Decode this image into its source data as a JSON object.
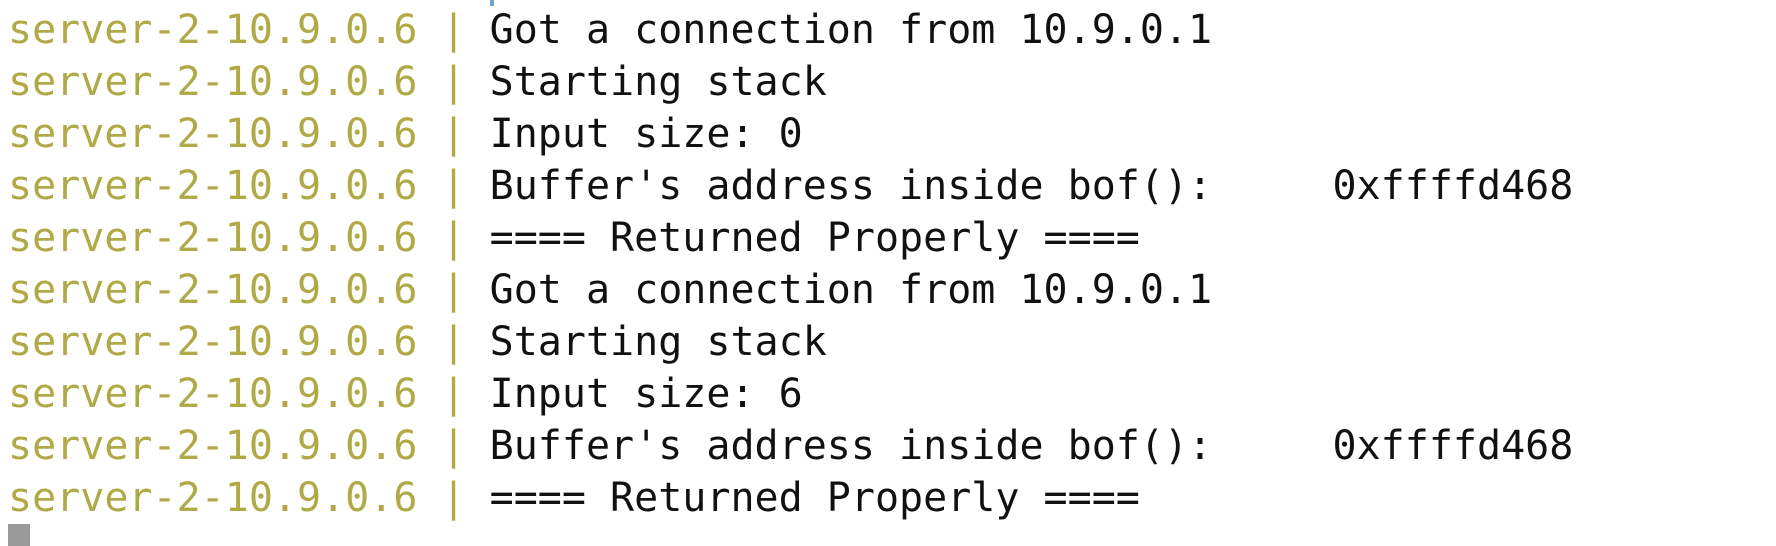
{
  "terminal": {
    "colors": {
      "background": "#ffffff",
      "prefix": "#afaa46",
      "text": "#111111",
      "cursor": "#9a9a9a"
    },
    "lines": [
      {
        "prefix": "server-2-10.9.0.6 | ",
        "message": "Got a connection from 10.9.0.1"
      },
      {
        "prefix": "server-2-10.9.0.6 | ",
        "message": "Starting stack"
      },
      {
        "prefix": "server-2-10.9.0.6 | ",
        "message": "Input size: 0"
      },
      {
        "prefix": "server-2-10.9.0.6 | ",
        "message": "Buffer's address inside bof():     0xffffd468"
      },
      {
        "prefix": "server-2-10.9.0.6 | ",
        "message": "==== Returned Properly ===="
      },
      {
        "prefix": "server-2-10.9.0.6 | ",
        "message": "Got a connection from 10.9.0.1"
      },
      {
        "prefix": "server-2-10.9.0.6 | ",
        "message": "Starting stack"
      },
      {
        "prefix": "server-2-10.9.0.6 | ",
        "message": "Input size: 6"
      },
      {
        "prefix": "server-2-10.9.0.6 | ",
        "message": "Buffer's address inside bof():     0xffffd468"
      },
      {
        "prefix": "server-2-10.9.0.6 | ",
        "message": "==== Returned Properly ===="
      }
    ]
  }
}
